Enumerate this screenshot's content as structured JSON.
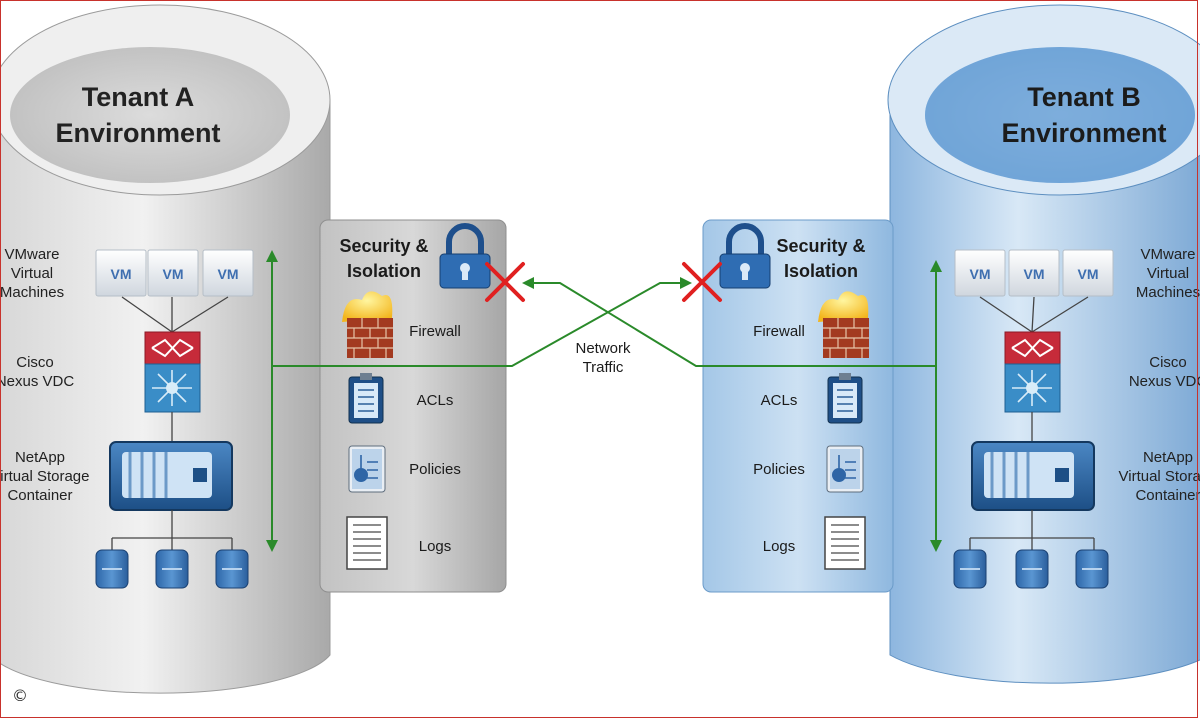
{
  "tenant_a": {
    "title_line1": "Tenant A",
    "title_line2": "Environment",
    "vm_labels": [
      "VM",
      "VM",
      "VM"
    ],
    "vmware_label": [
      "VMware",
      "Virtual",
      "Machines"
    ],
    "cisco_label": [
      "Cisco",
      "Nexus VDC"
    ],
    "netapp_label": [
      "NetApp",
      "Virtual Storage",
      "Container"
    ]
  },
  "tenant_b": {
    "title_line1": "Tenant B",
    "title_line2": "Environment",
    "vm_labels": [
      "VM",
      "VM",
      "VM"
    ],
    "vmware_label": [
      "VMware",
      "Virtual",
      "Machines"
    ],
    "cisco_label": [
      "Cisco",
      "Nexus VDC"
    ],
    "netapp_label": [
      "NetApp",
      "Virtual Storage",
      "Container"
    ]
  },
  "security_a": {
    "title_line1": "Security &",
    "title_line2": "Isolation",
    "items": [
      "Firewall",
      "ACLs",
      "Policies",
      "Logs"
    ]
  },
  "security_b": {
    "title_line1": "Security &",
    "title_line2": "Isolation",
    "items": [
      "Firewall",
      "ACLs",
      "Policies",
      "Logs"
    ]
  },
  "network": {
    "label_line1": "Network",
    "label_line2": "Traffic"
  },
  "copyright": "©",
  "colors": {
    "frame": "#c8322c",
    "arrow": "#2a8a2a",
    "blocked": "#e02020",
    "tenant_a_fill": "#c9c9c9",
    "tenant_b_fill": "#9cc2e6"
  },
  "icons": [
    "lock-icon",
    "firewall-icon",
    "acl-icon",
    "policies-icon",
    "logs-icon",
    "vm-icon",
    "switch-icon",
    "storage-icon",
    "disk-icon",
    "blocked-x-icon"
  ]
}
